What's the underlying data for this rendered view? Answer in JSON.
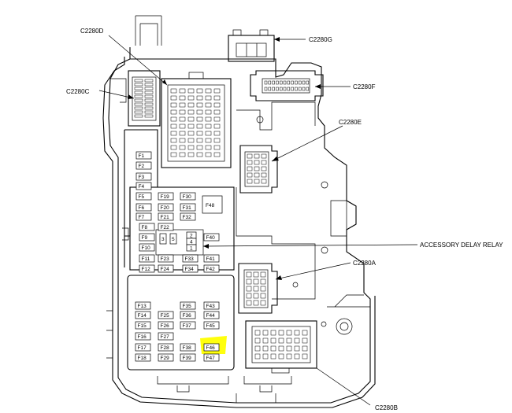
{
  "connectors": {
    "c2280d": "C2280D",
    "c2280g": "C2280G",
    "c2280c": "C2280C",
    "c2280f": "C2280F",
    "c2280e": "C2280E",
    "c2280a": "C2280A",
    "c2280b_partial": "C2280B"
  },
  "relay": {
    "accessory_delay": "ACCESSORY DELAY RELAY"
  },
  "fuses": {
    "F1": "F1",
    "F2": "F2",
    "F3": "F3",
    "F4": "F4",
    "F5": "F5",
    "F6": "F6",
    "F7": "F7",
    "F8": "F8",
    "F9": "F9",
    "F10": "F10",
    "F11": "F11",
    "F12": "F12",
    "F13": "F13",
    "F14": "F14",
    "F15": "F15",
    "F16": "F16",
    "F17": "F17",
    "F18": "F18",
    "F19": "F19",
    "F20": "F20",
    "F21": "F21",
    "F22": "F22",
    "F23": "F23",
    "F24": "F24",
    "F25": "F25",
    "F26": "F26",
    "F27": "F27",
    "F28": "F28",
    "F29": "F29",
    "F30": "F30",
    "F31": "F31",
    "F32": "F32",
    "F33": "F33",
    "F34": "F34",
    "F35": "F35",
    "F36": "F36",
    "F37": "F37",
    "F38": "F38",
    "F39": "F39",
    "F40": "F40",
    "F41": "F41",
    "F42": "F42",
    "F43": "F43",
    "F44": "F44",
    "F45": "F45",
    "F46": "F46",
    "F47": "F47",
    "F48": "F48"
  },
  "relay_slots": [
    "3",
    "5",
    "2",
    "4",
    "1"
  ],
  "highlight": {
    "fuse": "F46",
    "color": "#ffff00"
  }
}
